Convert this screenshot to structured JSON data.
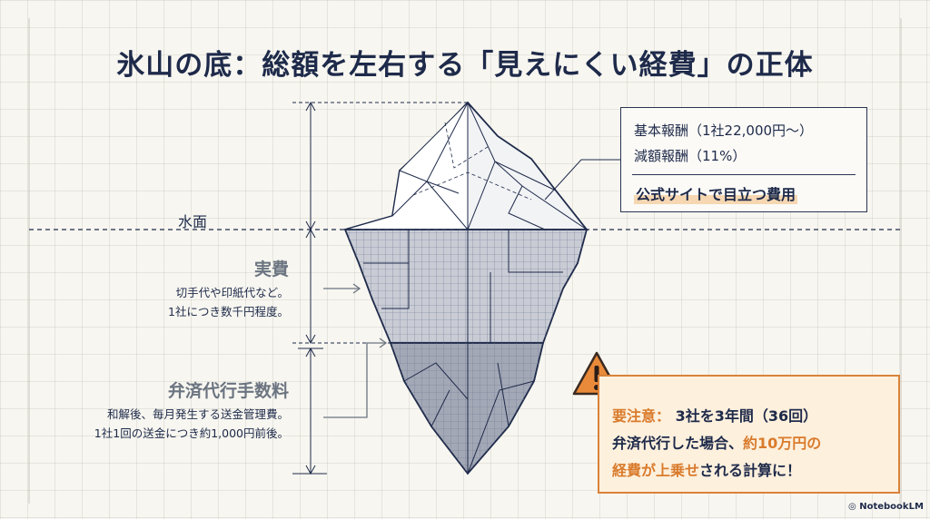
{
  "title": "氷山の底：総額を左右する「見えにくい経費」の正体",
  "water_label": "水面",
  "sections": [
    {
      "heading": "実費",
      "lines": [
        "切手代や印紙代など。",
        "1社につき数千円程度。"
      ]
    },
    {
      "heading": "弁済代行手数料",
      "lines": [
        "和解後、毎月発生する送金管理費。",
        "1社1回の送金につき約1,000円前後。"
      ]
    }
  ],
  "callout": {
    "line1": "基本報酬（1社22,000円〜）",
    "line2": "減額報酬（11%）",
    "highlight": "公式サイトで目立つ費用"
  },
  "warning": {
    "label": "要注意：",
    "line1_rest": " 3社を3年間（36回）",
    "line2_a": "弁済代行した場合、",
    "line2_b": "約10万円の",
    "line3_a": "経費が上乗せ",
    "line3_b": "される計算に！"
  },
  "colors": {
    "navy": "#1e2a4a",
    "orange": "#d97b2c",
    "warn_bg": "#fdf0dd"
  },
  "footer": {
    "logo_text": "NotebookLM"
  }
}
